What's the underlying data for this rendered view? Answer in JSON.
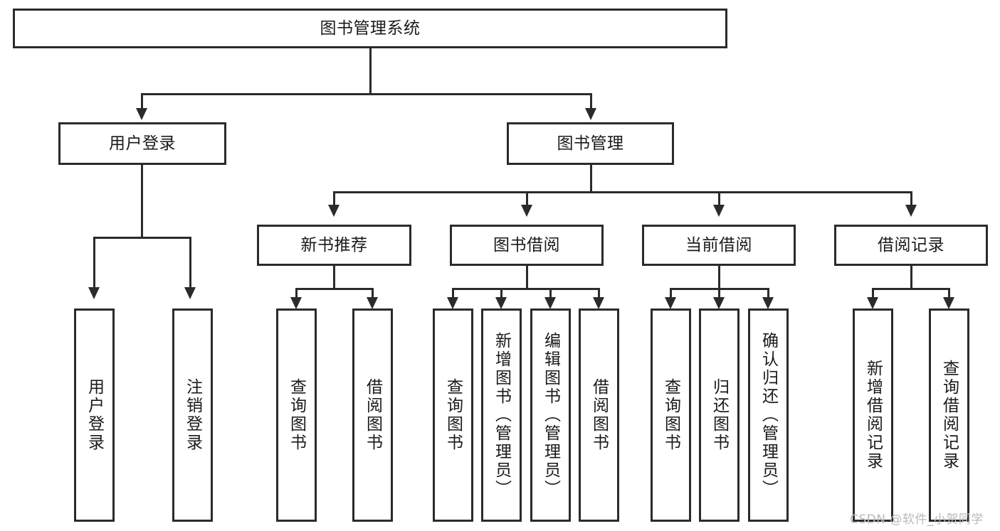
{
  "diagram": {
    "type": "hierarchy-tree",
    "title_node": {
      "label": "图书管理系统"
    },
    "level1": [
      {
        "id": "user-login",
        "label": "用户登录"
      },
      {
        "id": "book-management",
        "label": "图书管理"
      }
    ],
    "level2": [
      {
        "id": "new-book-recommend",
        "label": "新书推荐",
        "parent": "book-management"
      },
      {
        "id": "book-borrow",
        "label": "图书借阅",
        "parent": "book-management"
      },
      {
        "id": "current-borrow",
        "label": "当前借阅",
        "parent": "book-management"
      },
      {
        "id": "borrow-record",
        "label": "借阅记录",
        "parent": "book-management"
      }
    ],
    "leaves": {
      "user_login": [
        {
          "id": "leaf-user-login",
          "label": "用户登录"
        },
        {
          "id": "leaf-logout-login",
          "label": "注销登录"
        }
      ],
      "new_book_recommend": [
        {
          "id": "leaf-query-book-1",
          "label": "查询图书"
        },
        {
          "id": "leaf-borrow-book-1",
          "label": "借阅图书"
        }
      ],
      "book_borrow": [
        {
          "id": "leaf-query-book-2",
          "label": "查询图书"
        },
        {
          "id": "leaf-add-book",
          "label": "新增图书（管理员）"
        },
        {
          "id": "leaf-edit-book",
          "label": "编辑图书（管理员）"
        },
        {
          "id": "leaf-borrow-book-2",
          "label": "借阅图书"
        }
      ],
      "current_borrow": [
        {
          "id": "leaf-query-book-3",
          "label": "查询图书"
        },
        {
          "id": "leaf-return-book",
          "label": "归还图书"
        },
        {
          "id": "leaf-confirm-return",
          "label": "确认归还（管理员）"
        }
      ],
      "borrow_record": [
        {
          "id": "leaf-add-record",
          "label": "新增借阅记录"
        },
        {
          "id": "leaf-query-record",
          "label": "查询借阅记录"
        }
      ]
    },
    "colors": {
      "stroke": "#2b2b2b",
      "fill": "#ffffff",
      "text": "#1a1a1a",
      "watermark": "#b9b9b9"
    }
  },
  "watermark": {
    "text": "CSDN @软件_小贺同学"
  }
}
